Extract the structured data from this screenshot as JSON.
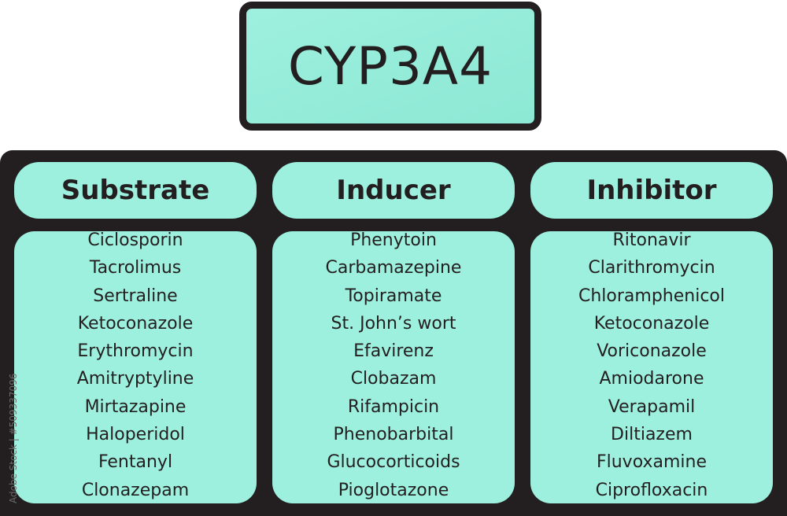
{
  "title": "CYP3A4",
  "columns": [
    {
      "header": "Substrate",
      "items": [
        "Ciclosporin",
        "Tacrolimus",
        "Sertraline",
        "Ketoconazole",
        "Erythromycin",
        "Amitryptyline",
        "Mirtazapine",
        "Haloperidol",
        "Fentanyl",
        "Clonazepam"
      ]
    },
    {
      "header": "Inducer",
      "items": [
        "Phenytoin",
        "Carbamazepine",
        "Topiramate",
        "St. John’s wort",
        "Efavirenz",
        "Clobazam",
        "Rifampicin",
        "Phenobarbital",
        "Glucocorticoids",
        "Pioglotazone"
      ]
    },
    {
      "header": "Inhibitor",
      "items": [
        "Ritonavir",
        "Clarithromycin",
        "Chloramphenicol",
        "Ketoconazole",
        "Voriconazole",
        "Amiodarone",
        "Verapamil",
        "Diltiazem",
        "Fluvoxamine",
        "Ciprofloxacin"
      ]
    }
  ],
  "watermark": "Adobe Stock | #509337096",
  "colors": {
    "accent": "#9ef0de",
    "dark": "#231f20",
    "background": "#ffffff"
  }
}
